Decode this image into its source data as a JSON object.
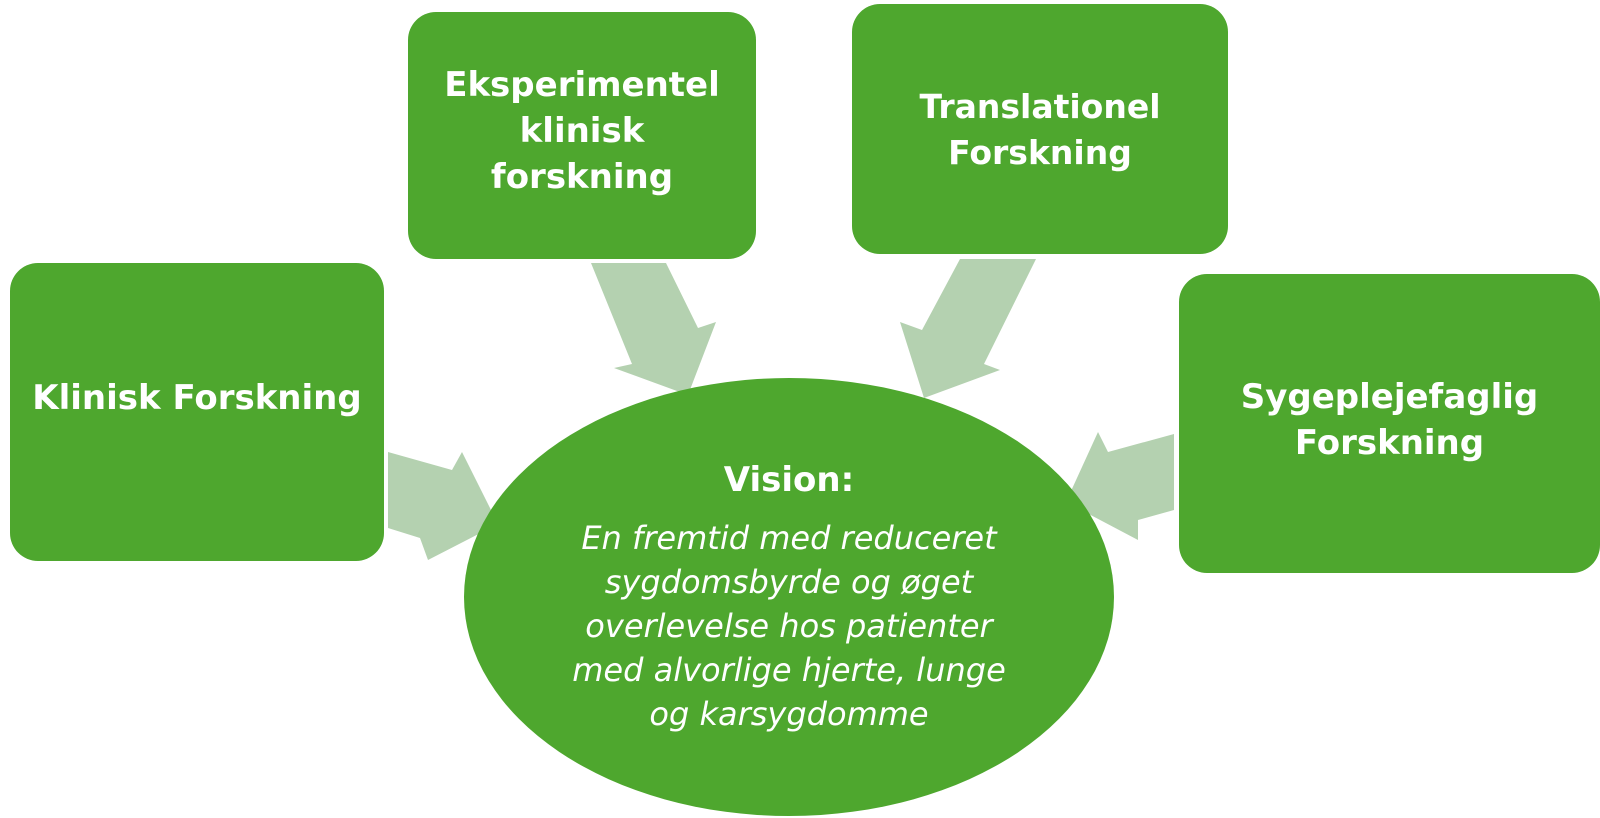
{
  "boxes": {
    "klinisk": "Klinisk Forskning",
    "eksperimentel": "Eksperimentel\nklinisk\nforskning",
    "translationel": "Translationel\nForskning",
    "sygepleje": "Sygeplejefaglig\nForskning"
  },
  "vision": {
    "title": "Vision:",
    "text": "En fremtid med reduceret\nsygdomsbyrde og øget\noverlevelse hos patienter\nmed alvorlige hjerte, lunge\nog karsygdomme"
  },
  "colors": {
    "box": "#4ea72e",
    "arrow": "#b4d1b0",
    "text": "#ffffff"
  }
}
